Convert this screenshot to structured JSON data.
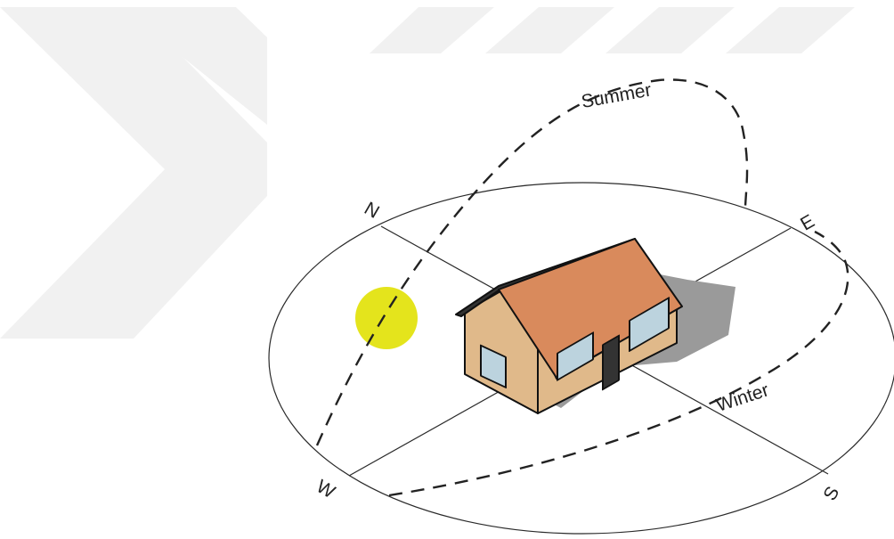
{
  "labels": {
    "north": "N",
    "east": "E",
    "south": "S",
    "west": "W",
    "summer": "Summer",
    "winter": "Winter"
  },
  "colors": {
    "sun": "#e4e41c",
    "roof": "#d98a5c",
    "wall": "#e0b98a",
    "shadow": "#9a9a9a",
    "watermark": "#eeeeee"
  }
}
